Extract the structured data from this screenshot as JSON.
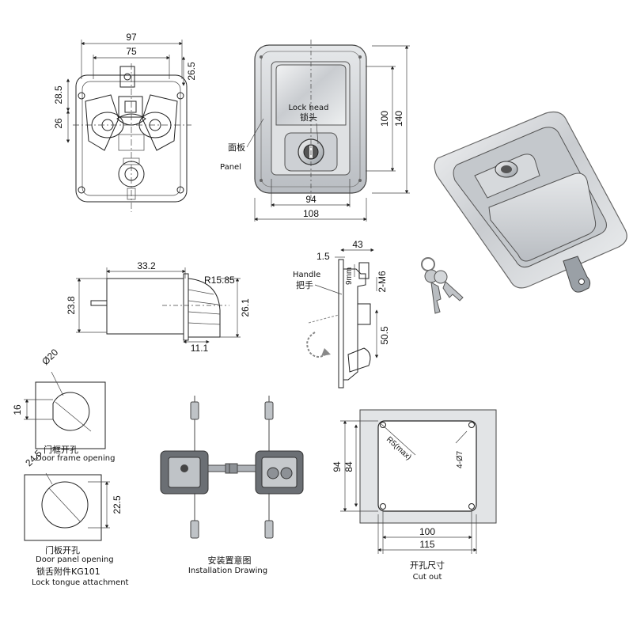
{
  "colors": {
    "steel": "#d6d8da",
    "steel_dark": "#8c9096",
    "line": "#222222"
  },
  "front_view": {
    "dim_width_outer": "97",
    "dim_width_inner": "75",
    "dim_top": "26.5",
    "dim_left_a": "28.5",
    "dim_left_b": "26"
  },
  "panel_view": {
    "lock_head_en": "Lock head",
    "lock_head_cn": "锁头",
    "panel_cn": "面板",
    "panel_en": "Panel",
    "dim_height_inner": "100",
    "dim_height_outer": "140",
    "dim_width_inner": "94",
    "dim_width_outer": "108"
  },
  "keys": {
    "icon": "key-icon"
  },
  "cylinder_view": {
    "dim_length": "33.2",
    "dim_radius": "R15.85",
    "dim_height": "23.8",
    "dim_height_right": "26.1",
    "dim_bottom": "11.1"
  },
  "side_view": {
    "dim_top": "43",
    "dim_plate": "1.5",
    "dim_9mm": "9mm",
    "dim_thread": "2-M6",
    "dim_height": "50.5",
    "handle_en": "Handle",
    "handle_cn": "把手"
  },
  "door_frame": {
    "dim_dia": "Ø20",
    "dim_16": "16",
    "label_cn": "门框开孔",
    "label_en": "Door frame opening"
  },
  "door_panel": {
    "dim_dia": "24.5",
    "dim_height": "22.5",
    "label_cn": "门板开孔",
    "label_en": "Door panel opening",
    "tongue_cn": "锁舌附件KG101",
    "tongue_en": "Lock tongue attachment"
  },
  "installation": {
    "label_cn": "安装置意图",
    "label_en": "Installation Drawing"
  },
  "cutout": {
    "dim_radius": "R5(max)",
    "dim_holes": "4-Ø7",
    "dim_height_outer": "94",
    "dim_height_inner": "84",
    "dim_width_inner": "100",
    "dim_width_outer": "115",
    "label_cn": "开孔尺寸",
    "label_en": "Cut out"
  }
}
